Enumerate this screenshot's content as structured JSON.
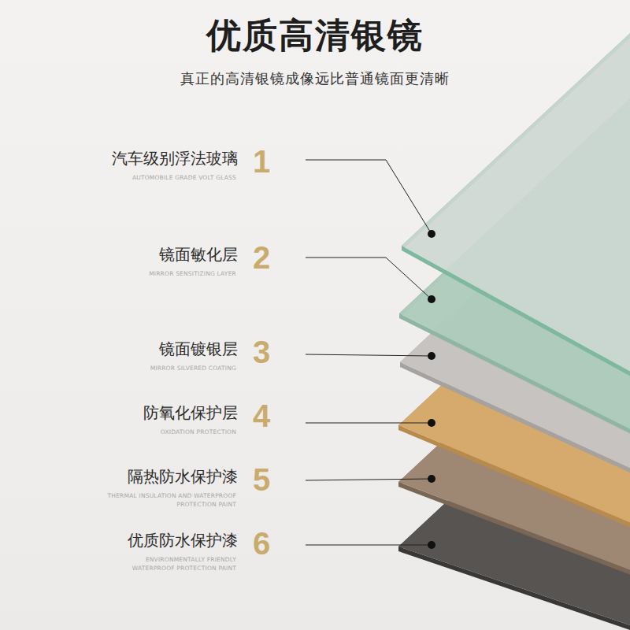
{
  "diagram": {
    "title": "优质高清银镜",
    "labels": [
      "真正的高清银镜成像远比普通镜面更清晰",
      "汽车级别浮法玻璃",
      "1",
      "AUTOMOBILE GRADE VOLT GLASS",
      "镜面敏化层",
      "2",
      "MIRROR SENSITIZING LAYER",
      "镜面镀银层",
      "3",
      "MIRROR SILVERED COATING",
      "防氧化保护层",
      "4",
      "OXIDATION PROTECTION",
      "隔热防水保护漆",
      "5",
      "THERMAL INSULATION AND WATERPROOF PROTECTION PAINT",
      "优质防水保护漆",
      "6",
      "ENVIRONMENTALLY FRIENDLY WATERPROOF PROTECTION PAINT"
    ]
  }
}
